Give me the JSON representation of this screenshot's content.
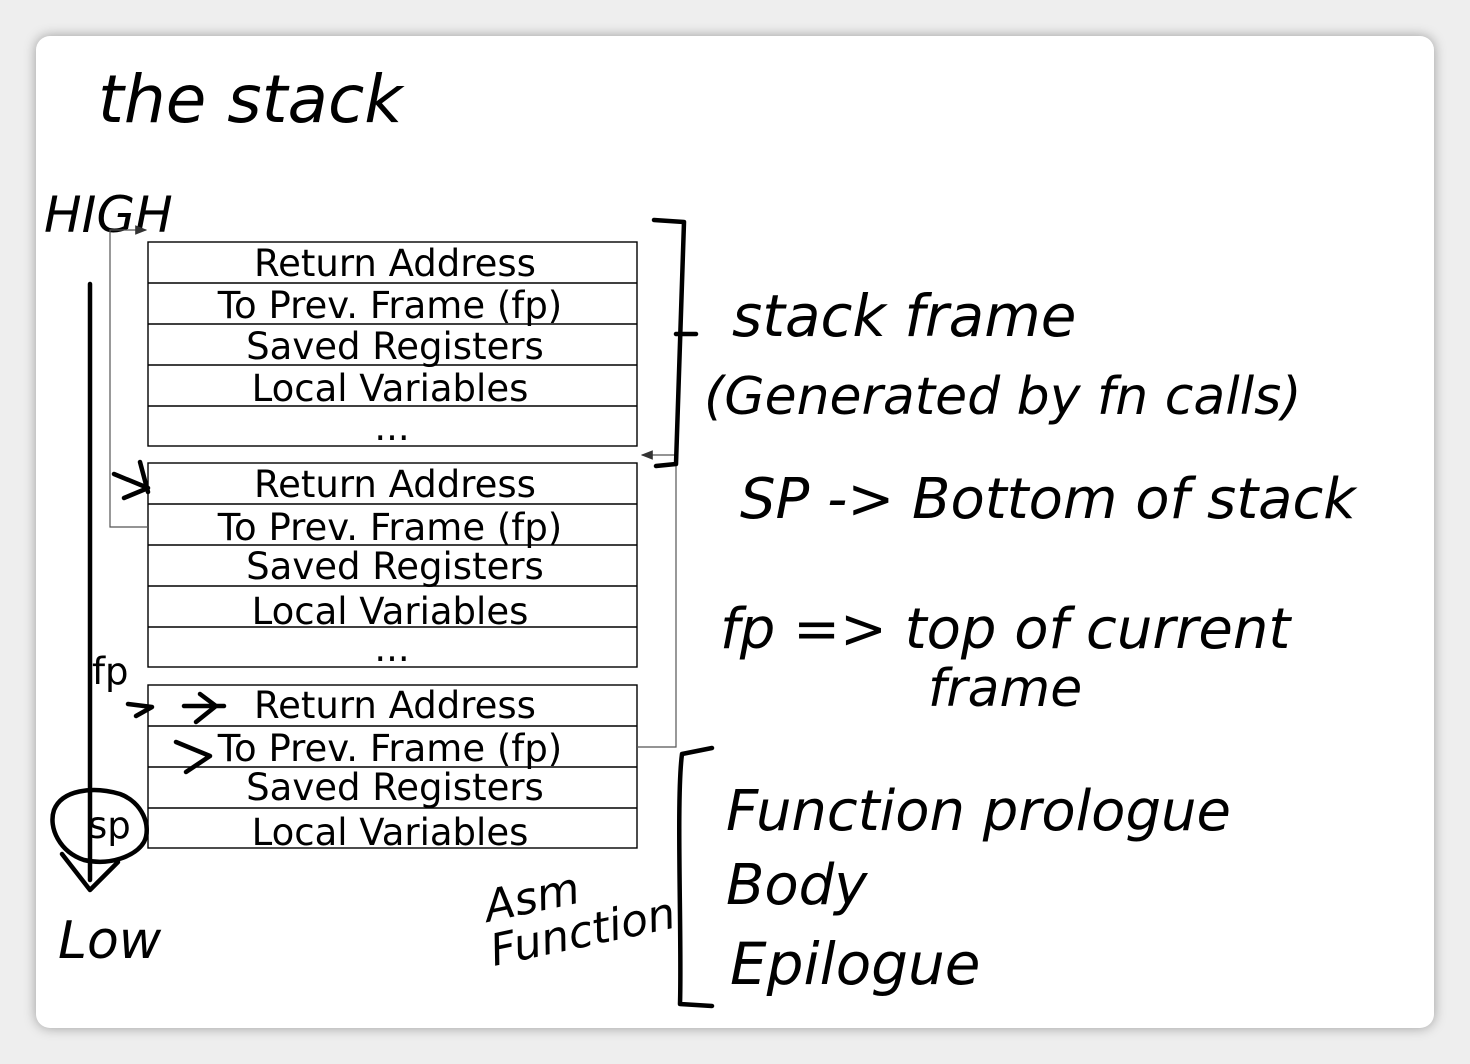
{
  "title": "the stack",
  "labels": {
    "high": "HIGH",
    "low": "Low",
    "fp": "fp",
    "sp": "sp"
  },
  "frames": [
    {
      "rows": [
        "Return Address",
        "To Prev. Frame (fp)",
        "Saved Registers",
        "Local Variables",
        "..."
      ]
    },
    {
      "rows": [
        "Return Address",
        "To Prev. Frame (fp)",
        "Saved Registers",
        "Local Variables",
        "..."
      ]
    },
    {
      "rows": [
        "Return Address",
        "To Prev. Frame (fp)",
        "Saved Registers",
        "Local Variables"
      ]
    }
  ],
  "notes": {
    "stack_frame_line1": "stack frame",
    "stack_frame_line2": "(Generated by fn calls)",
    "sp_note": "SP -> Bottom of stack",
    "fp_note_line1": "fp => top of current",
    "fp_note_line2": "frame",
    "asm_line1": "Asm",
    "asm_line2": "Function",
    "fn_parts": [
      "Function prologue",
      "Body",
      "Epilogue"
    ]
  }
}
